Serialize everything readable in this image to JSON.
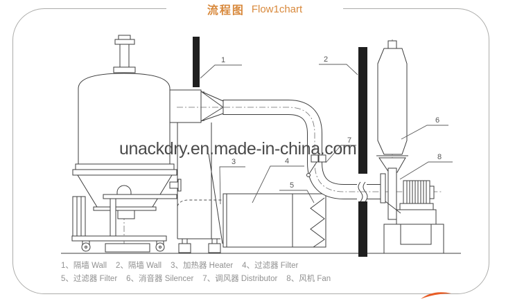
{
  "header": {
    "title_zh": "流程图",
    "title_en": "Flow1chart"
  },
  "watermark": {
    "text": "unackdry.en.made-in-china.com"
  },
  "diagram": {
    "callout_numbers": [
      "1",
      "2",
      "3",
      "4",
      "5",
      "6",
      "7",
      "8"
    ],
    "components": [
      {
        "num": "1",
        "zh": "隔墙",
        "en": "Wall"
      },
      {
        "num": "2",
        "zh": "隔墙",
        "en": "Wall"
      },
      {
        "num": "3",
        "zh": "加热器",
        "en": "Heater"
      },
      {
        "num": "4",
        "zh": "过滤器",
        "en": "Filter"
      },
      {
        "num": "5",
        "zh": "过滤器",
        "en": "Filter"
      },
      {
        "num": "6",
        "zh": "消音器",
        "en": "Silencer"
      },
      {
        "num": "7",
        "zh": "调风器",
        "en": "Distributor"
      },
      {
        "num": "8",
        "zh": "风机",
        "en": "Fan"
      }
    ]
  },
  "legend": {
    "items": [
      "1、隔墙 Wall",
      "2、隔墙 Wall",
      "3、加热器 Heater",
      "4、过滤器 Filter",
      "5、过滤器 Filter",
      "6、消音器 Silencer",
      "7、调风器 Distributor",
      "8、风机 Fan"
    ]
  },
  "colors": {
    "accent_orange": "#d8893c",
    "logo_orange": "#e85d26",
    "wall_black": "#1f1f1f",
    "line_gray": "#3d3d3d",
    "legend_gray": "#919191",
    "watermark_gray": "#4a4a4a"
  }
}
